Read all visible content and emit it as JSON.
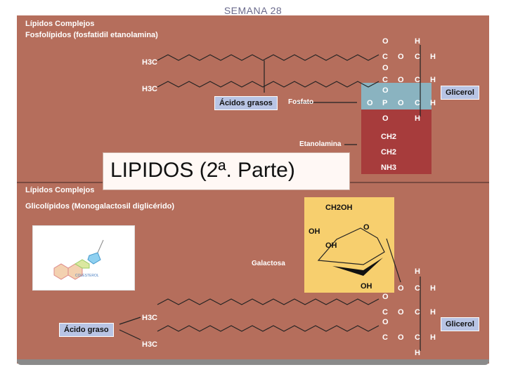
{
  "header": {
    "title": "SEMANA 28"
  },
  "slide": {
    "title": "LIPIDOS (2ª. Parte)",
    "section1": {
      "heading": "Lípidos Complejos",
      "subheading": "Fosfolípidos (fosfatidil etanolamina)"
    },
    "section2": {
      "heading": "Lípidos Complejos",
      "subheading": "Glicolípidos (Monogalactosil diglicérido)"
    },
    "labels": {
      "acidos_grasos": "Ácidos grasos",
      "fosfato": "Fosfato",
      "glicerol_top": "Glicerol",
      "etanolamina": "Etanolamina",
      "galactosa": "Galactosa",
      "acido_graso": "Ácido graso",
      "glicerol_bottom": "Glicerol",
      "colesterol": "COLESTEROL"
    },
    "atoms": {
      "h3c": "H3C",
      "o": "O",
      "c": "C",
      "h": "H",
      "p": "P",
      "ch2": "CH2",
      "nh3": "NH3",
      "oh": "OH",
      "ch2oh": "CH2OH"
    }
  },
  "colors": {
    "slide_bg": "#b56e5c",
    "glycerol_box": "#b8c4e4",
    "phosphate_band": "#8ab3c0",
    "ethanolamine_band": "#a73c3c",
    "galactose_bg": "#f7cf6e"
  }
}
